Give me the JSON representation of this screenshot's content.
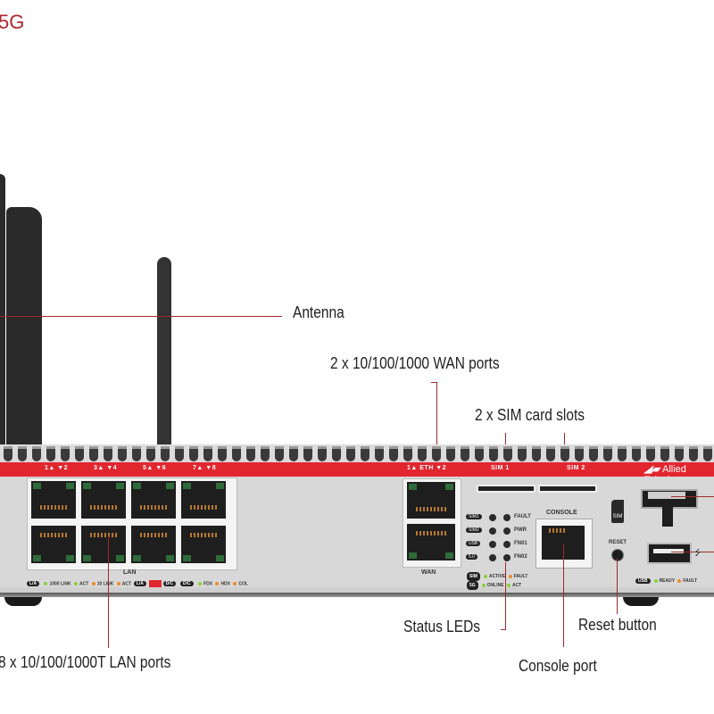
{
  "title_fragment": "5G",
  "callouts": {
    "antenna": "Antenna",
    "wan_ports": "2 x 10/100/1000 WAN ports",
    "sim_slots": "2 x SIM card slots",
    "status_leds": "Status LEDs",
    "reset_button": "Reset button",
    "lan_ports": "8 x 10/100/1000T LAN ports",
    "console_port": "Console port"
  },
  "device": {
    "brand": "Allied Telesis",
    "lan_port_labels": [
      "1▲ ▼2",
      "3▲ ▼4",
      "5▲ ▼6",
      "7▲ ▼8"
    ],
    "wan_label": "1▲ ETH ▼2",
    "sim1_label": "SIM 1",
    "sim2_label": "SIM 2",
    "lan_group_label": "LAN",
    "wan_group_label": "WAN",
    "console_label": "CONSOLE",
    "reset_label": "RESET",
    "sim_icon_label": "SIM",
    "status_led_left": [
      "SIM1",
      "SIM2",
      "USB",
      "5.0"
    ],
    "status_led_right": [
      "FAULT",
      "PWR",
      "FN01",
      "FN02"
    ],
    "lan_legend": {
      "pill": "L/A",
      "items": [
        "1000 LINK",
        "ACT",
        "10 LINK",
        "ACT"
      ],
      "mode_pill_left": "L/A",
      "mode_pill_right": "D/C",
      "dc_pill": "D/C",
      "dc_items": [
        "FDX",
        "HDX",
        "COL"
      ]
    },
    "status_legend": {
      "row1_pill": "SIM",
      "row1": [
        "ACTIVE",
        "FAULT"
      ],
      "row2_pill": "5G",
      "row2": [
        "ONLINE",
        "ACT"
      ]
    },
    "usb_legend": {
      "pill": "USB",
      "items": [
        "READY",
        "FAULT"
      ]
    }
  },
  "colors": {
    "accent_red": "#e2262e",
    "callout_line": "#9e2a2b",
    "title_red": "#b0262d",
    "led_green": "#8fcf3a",
    "led_orange": "#f08a24"
  }
}
